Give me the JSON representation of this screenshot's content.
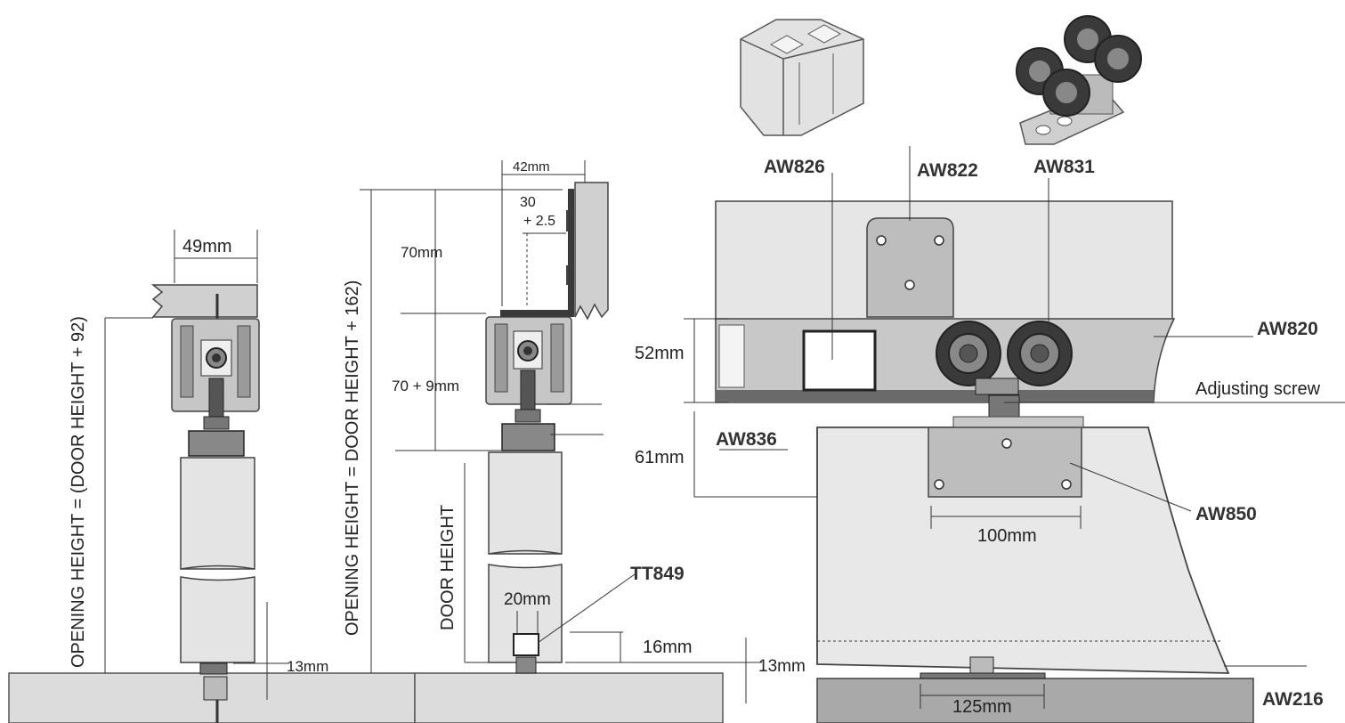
{
  "labels": {
    "dim_49": "49mm",
    "opening_height_left": "OPENING HEIGHT = (DOOR HEIGHT + 92)",
    "opening_height_mid": "OPENING HEIGHT = DOOR HEIGHT + 162)",
    "door_height": "DOOR HEIGHT",
    "dim_42": "42mm",
    "dim_30": "30",
    "dim_2_5": "+ 2.5",
    "dim_70": "70mm",
    "dim_70_9": "70 + 9mm",
    "dim_20": "20mm",
    "dim_16": "16mm",
    "dim_13_left": "13mm",
    "dim_13_mid": "13mm",
    "tt849": "TT849",
    "aw826": "AW826",
    "aw822": "AW822",
    "aw831": "AW831",
    "aw820": "AW820",
    "adjusting_screw": "Adjusting screw",
    "dim_52": "52mm",
    "aw836": "AW836",
    "dim_61": "61mm",
    "aw850": "AW850",
    "dim_100": "100mm",
    "dim_125": "125mm",
    "aw216": "AW216"
  },
  "colors": {
    "frame_grey": "#dddddd",
    "floor_grey": "#a9a9a9",
    "track_grey": "#c8c8c8",
    "dark_wheel": "#3a3a3a",
    "door_panel": "#e8e8e8"
  }
}
